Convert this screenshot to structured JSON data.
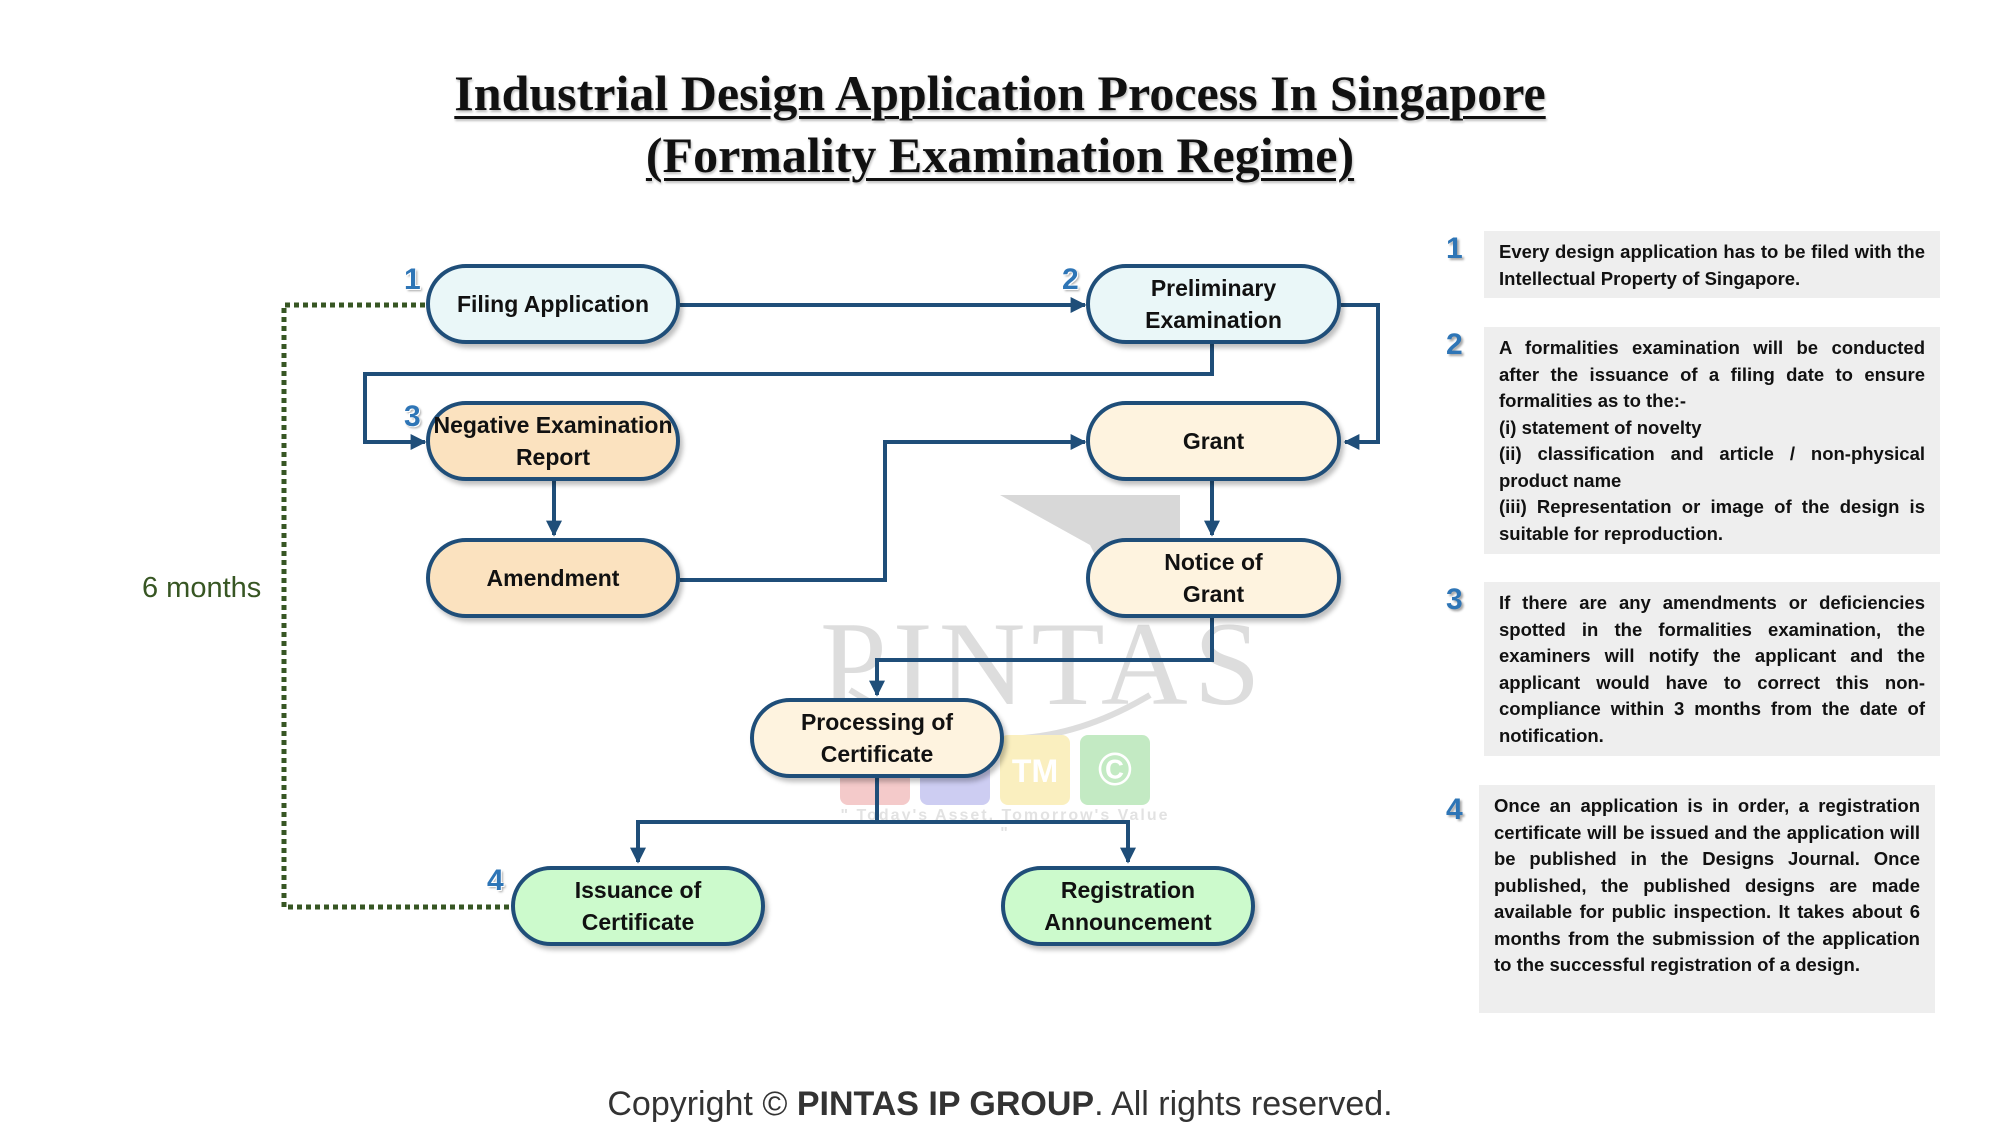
{
  "title": {
    "line1": "Industrial Design Application Process In Singapore",
    "line2": "(Formality Examination Regime)"
  },
  "nodes": {
    "filing_application": "Filing Application",
    "preliminary_examination": "Preliminary Examination",
    "negative_examination_report": "Negative Examination Report",
    "amendment": "Amendment",
    "grant": "Grant",
    "notice_of_grant": "Notice of Grant",
    "processing_of_certificate": "Processing of Certificate",
    "issuance_of_certificate": "Issuance of Certificate",
    "registration_announcement": "Registration Announcement"
  },
  "step_numbers": [
    "1",
    "2",
    "3",
    "4"
  ],
  "timeline_label": "6 months",
  "notes": [
    {
      "number": "1",
      "lines": [
        "Every design application has to be filed with the Intellectual Property of Singapore."
      ]
    },
    {
      "number": "2",
      "lines": [
        "A formalities examination will be conducted after the issuance of a filing date to ensure formalities as to the:-",
        "(i) statement of novelty",
        "(ii) classification and article / non-physical product name",
        "(iii) Representation or image of the design is suitable for reproduction."
      ]
    },
    {
      "number": "3",
      "lines": [
        "If there are any amendments or deficiencies spotted in the formalities examination, the examiners will notify the applicant and the applicant would have to correct this non-compliance within 3 months from the date of notification."
      ]
    },
    {
      "number": "4",
      "lines": [
        "Once an application is in order, a registration certificate will be issued and the application will be published in the Designs Journal. Once published, the published designs are made available for public inspection. It takes about 6 months from the submission of the application to the successful registration of a design."
      ]
    }
  ],
  "watermark": {
    "word": "PINTAS",
    "badge_tm": "TM",
    "badge_c": "©",
    "tagline": "\" Today's Asset, Tomorrow's Value \""
  },
  "copyright": {
    "prefix": "Copyright © ",
    "brand": "PINTAS IP GROUP",
    "suffix": ". All rights reserved."
  },
  "colors": {
    "arrow": "#1f4e79",
    "dotted_line": "#375623",
    "step_number": "#2e75b6",
    "node_blue": "#eaf7f8",
    "node_orange": "#fbe2bf",
    "node_cream": "#fef3df",
    "node_green": "#ccfacc",
    "note_background": "#eeeeee"
  }
}
